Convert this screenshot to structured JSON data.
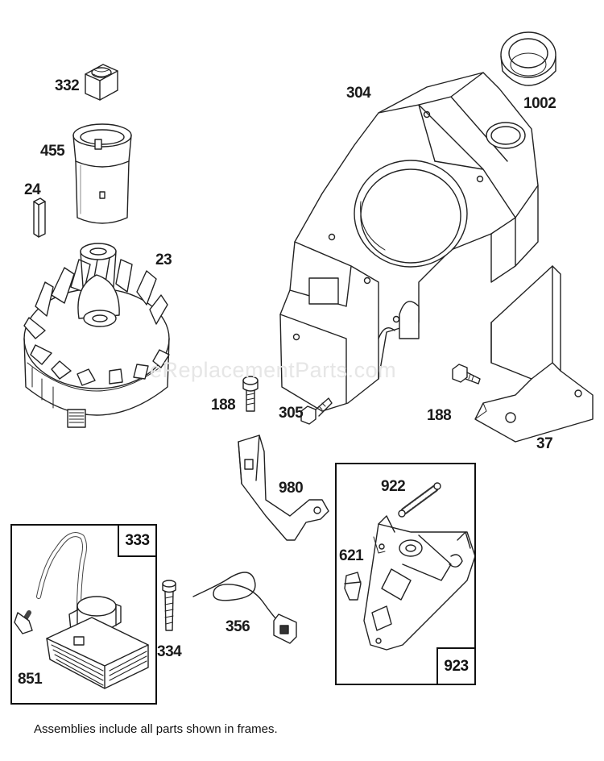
{
  "watermark": "eReplacementParts.com",
  "footnote": "Assemblies include all parts shown in frames.",
  "parts": {
    "p332": "332",
    "p455": "455",
    "p24": "24",
    "p23": "23",
    "p304": "304",
    "p1002": "1002",
    "p188a": "188",
    "p305": "305",
    "p188b": "188",
    "p37": "37",
    "p980": "980",
    "p922": "922",
    "p621": "621",
    "p333": "333",
    "p851": "851",
    "p334": "334",
    "p356": "356",
    "p923": "923"
  }
}
